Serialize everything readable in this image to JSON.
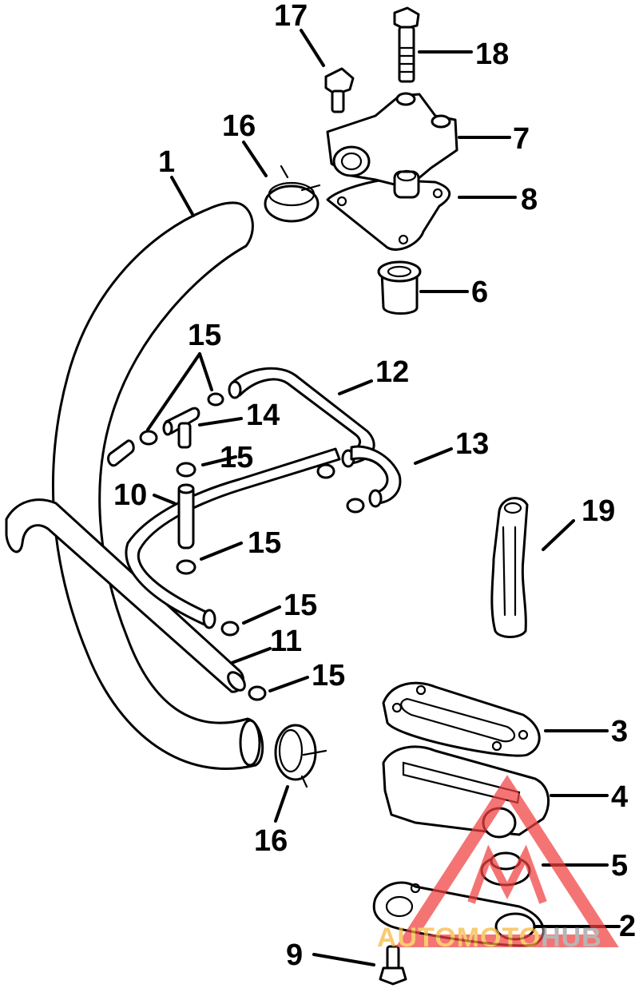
{
  "callouts": [
    {
      "id": "1",
      "label": "1"
    },
    {
      "id": "2",
      "label": "2"
    },
    {
      "id": "3",
      "label": "3"
    },
    {
      "id": "4",
      "label": "4"
    },
    {
      "id": "5",
      "label": "5"
    },
    {
      "id": "6",
      "label": "6"
    },
    {
      "id": "7",
      "label": "7"
    },
    {
      "id": "8",
      "label": "8"
    },
    {
      "id": "9",
      "label": "9"
    },
    {
      "id": "10",
      "label": "10"
    },
    {
      "id": "11",
      "label": "11"
    },
    {
      "id": "12",
      "label": "12"
    },
    {
      "id": "13",
      "label": "13"
    },
    {
      "id": "14",
      "label": "14"
    },
    {
      "id": "15a",
      "label": "15"
    },
    {
      "id": "15b",
      "label": "15"
    },
    {
      "id": "15c",
      "label": "15"
    },
    {
      "id": "15d",
      "label": "15"
    },
    {
      "id": "15e",
      "label": "15"
    },
    {
      "id": "16a",
      "label": "16"
    },
    {
      "id": "16b",
      "label": "16"
    },
    {
      "id": "17",
      "label": "17"
    },
    {
      "id": "18",
      "label": "18"
    },
    {
      "id": "19",
      "label": "19"
    }
  ],
  "watermark": {
    "part1": "AUTOMOTO",
    "part2": "HUB",
    "color_triangle": "#f04040",
    "color_part1": "#f5b83a",
    "color_part2": "#9a9a9a"
  }
}
